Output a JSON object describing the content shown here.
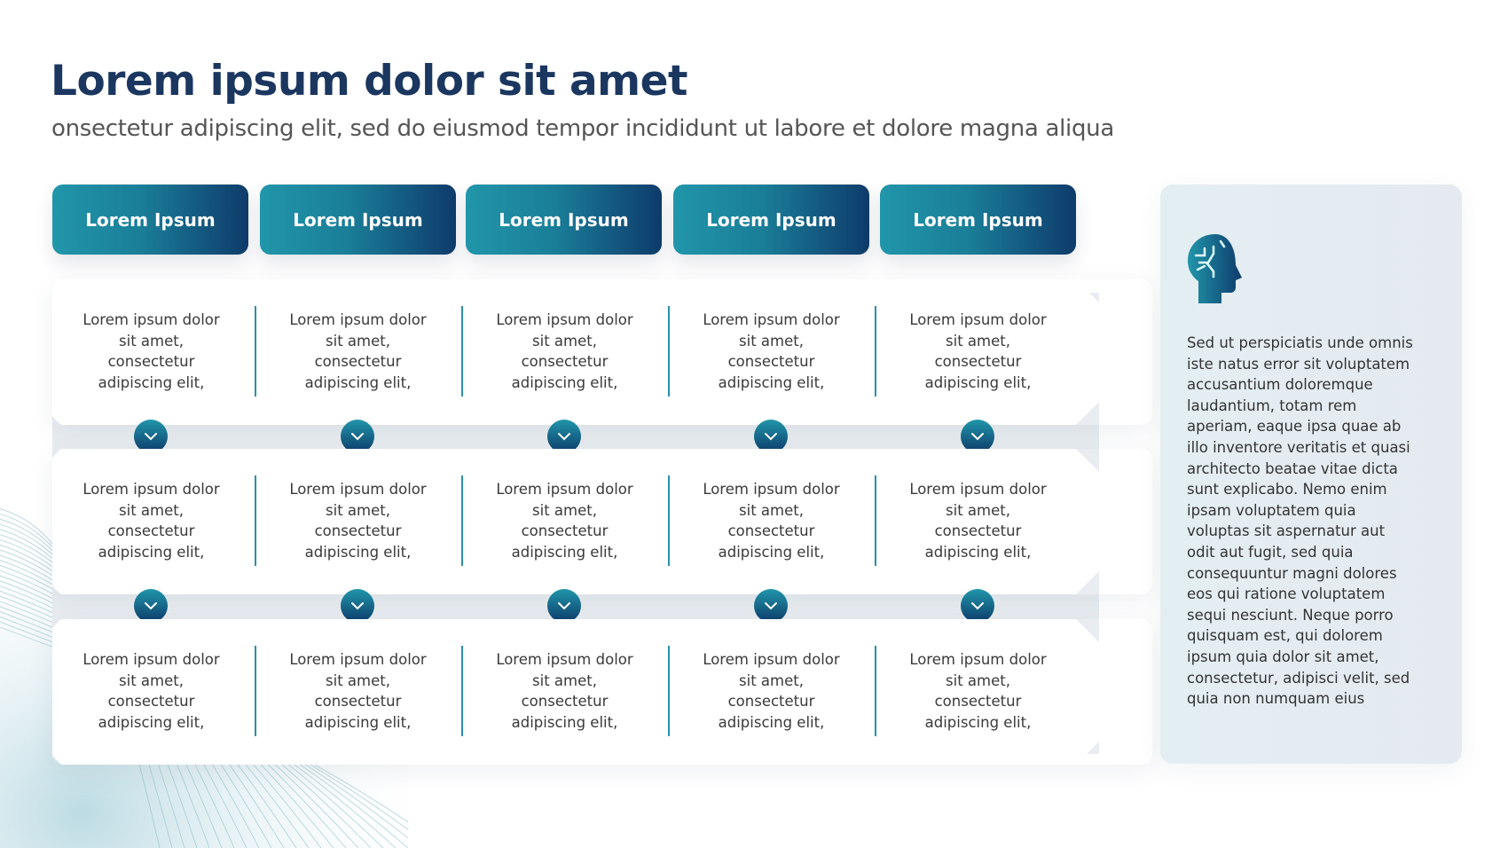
{
  "title": "Lorem ipsum dolor sit amet",
  "subtitle": "onsectetur adipiscing elit, sed do eiusmod tempor incididunt ut labore et dolore magna aliqua",
  "headers": [
    "Lorem Ipsum",
    "Lorem Ipsum",
    "Lorem Ipsum",
    "Lorem Ipsum",
    "Lorem Ipsum"
  ],
  "rows": [
    [
      [
        "Lorem ipsum dolor",
        "sit amet,",
        "consectetur",
        "adipiscing elit,"
      ],
      [
        "Lorem ipsum dolor",
        "sit amet,",
        "consectetur",
        "adipiscing elit,"
      ],
      [
        "Lorem ipsum dolor",
        "sit amet,",
        "consectetur",
        "adipiscing elit,"
      ],
      [
        "Lorem ipsum dolor",
        "sit amet,",
        "consectetur",
        "adipiscing elit,"
      ],
      [
        "Lorem ipsum dolor",
        "sit amet,",
        "consectetur",
        "adipiscing elit,"
      ]
    ],
    [
      [
        "Lorem ipsum dolor",
        "sit amet,",
        "consectetur",
        "adipiscing elit,"
      ],
      [
        "Lorem ipsum dolor",
        "sit amet,",
        "consectetur",
        "adipiscing elit,"
      ],
      [
        "Lorem ipsum dolor",
        "sit amet,",
        "consectetur",
        "adipiscing elit,"
      ],
      [
        "Lorem ipsum dolor",
        "sit amet,",
        "consectetur",
        "adipiscing elit,"
      ],
      [
        "Lorem ipsum dolor",
        "sit amet,",
        "consectetur",
        "adipiscing elit,"
      ]
    ],
    [
      [
        "Lorem ipsum dolor",
        "sit amet,",
        "consectetur",
        "adipiscing elit,"
      ],
      [
        "Lorem ipsum dolor",
        "sit amet,",
        "consectetur",
        "adipiscing elit,"
      ],
      [
        "Lorem ipsum dolor",
        "sit amet,",
        "consectetur",
        "adipiscing elit,"
      ],
      [
        "Lorem ipsum dolor",
        "sit amet,",
        "consectetur",
        "adipiscing elit,"
      ],
      [
        "Lorem ipsum dolor",
        "sit amet,",
        "consectetur",
        "adipiscing elit,"
      ]
    ]
  ],
  "panel": {
    "icon": "head-circuit-icon",
    "lines": [
      "Sed ut perspiciatis unde omnis",
      "iste natus error sit voluptatem",
      "accusantium doloremque",
      "laudantium, totam rem",
      "aperiam, eaque ipsa quae ab",
      "illo inventore veritatis et quasi",
      "architecto beatae vitae dicta",
      "sunt explicabo. Nemo enim",
      "ipsam voluptatem quia",
      "voluptas sit aspernatur aut",
      "odit aut fugit, sed quia",
      "consequuntur magni dolores",
      "eos qui ratione voluptatem",
      "sequi nesciunt. Neque porro",
      "quisquam est, qui dolorem",
      "ipsum quia dolor sit amet,",
      "consectetur, adipisci velit, sed",
      "quia non numquam eius"
    ]
  },
  "colors": {
    "navy": "#1b3760",
    "teal": "#2196aa",
    "dark": "#0e3b6b"
  }
}
